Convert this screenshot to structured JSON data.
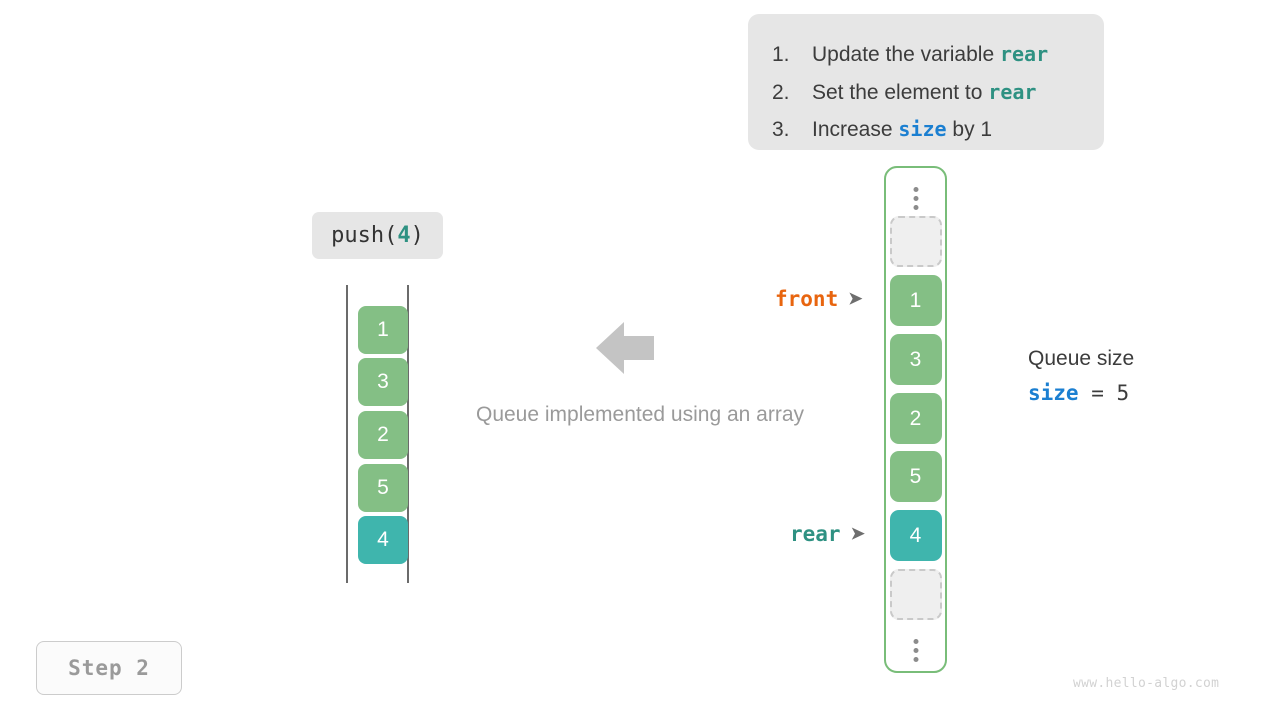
{
  "instructions": {
    "items": [
      {
        "num": "1.",
        "pre": "Update the variable ",
        "kw": "rear",
        "kw_kind": "rear",
        "post": ""
      },
      {
        "num": "2.",
        "pre": "Set the element to ",
        "kw": "rear",
        "kw_kind": "rear",
        "post": ""
      },
      {
        "num": "3.",
        "pre": "Increase ",
        "kw": "size",
        "kw_kind": "size",
        "post": " by 1"
      }
    ]
  },
  "operation": {
    "name": "push(",
    "arg": "4",
    "close": ")"
  },
  "left_array": {
    "values": [
      "1",
      "3",
      "2",
      "5",
      "4"
    ],
    "highlight_index": 4
  },
  "center": {
    "caption": "Queue implemented using an array",
    "arrow": "left-arrow-icon"
  },
  "right_array": {
    "top_ellipsis": "vertical-ellipsis",
    "bottom_ellipsis": "vertical-ellipsis",
    "slots": [
      {
        "value": "",
        "state": "empty"
      },
      {
        "value": "1",
        "state": "filled"
      },
      {
        "value": "3",
        "state": "filled"
      },
      {
        "value": "2",
        "state": "filled"
      },
      {
        "value": "5",
        "state": "filled"
      },
      {
        "value": "4",
        "state": "highlight"
      },
      {
        "value": "",
        "state": "empty"
      }
    ]
  },
  "pointers": {
    "front": {
      "label": "front",
      "arrow": "➤"
    },
    "rear": {
      "label": "rear",
      "arrow": "➤"
    }
  },
  "size_readout": {
    "title": "Queue size",
    "var": "size",
    "operator": " = ",
    "value": "5"
  },
  "step_badge": {
    "label": "Step 2"
  },
  "watermark": {
    "text": "www.hello-algo.com"
  },
  "colors": {
    "green": "#84bf85",
    "teal": "#3fb5ad",
    "front_orange": "#e8650f",
    "rear_teal": "#2e9182",
    "size_blue": "#1b7fd1",
    "panel_gray": "#e6e6e6",
    "container_border": "#79bd79",
    "arrow_gray": "#c4c4c4"
  }
}
